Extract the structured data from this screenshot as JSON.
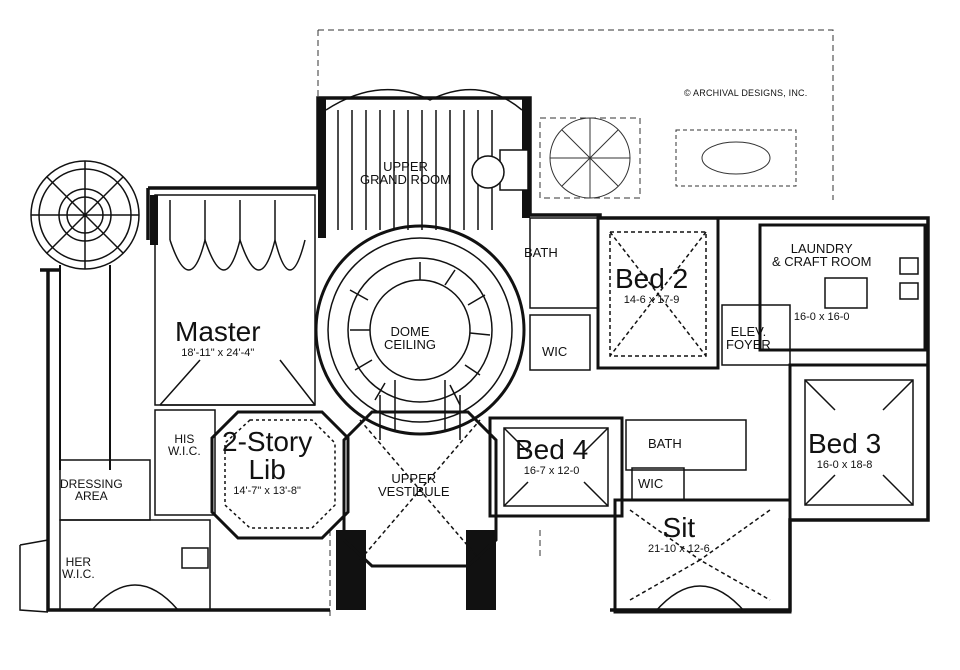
{
  "copyright": "© ARCHIVAL DESIGNS, INC.",
  "rooms": {
    "master": {
      "name": "Master",
      "dims": "18'-11\" x 24'-4\""
    },
    "bed2": {
      "name": "Bed 2",
      "dims": "14-6 x 17-9"
    },
    "bed3": {
      "name": "Bed 3",
      "dims": "16-0 x 18-8"
    },
    "bed4": {
      "name": "Bed 4",
      "dims": "16-7 x 12-0"
    },
    "sit": {
      "name": "Sit",
      "dims": "21-10 x 12-6"
    },
    "library": {
      "name_line1": "2-Story",
      "name_line2": "Lib",
      "dims": "14'-7\" x 13'-8\""
    },
    "laundry": {
      "name_line1": "LAUNDRY",
      "name_line2": "& CRAFT ROOM",
      "dims": "16-0 x 16-0"
    },
    "upper_grand_room": {
      "line1": "UPPER",
      "line2": "GRAND ROOM"
    },
    "dome_ceiling": {
      "line1": "DOME",
      "line2": "CEILING"
    },
    "upper_vestibule": {
      "line1": "UPPER",
      "line2": "VESTIBULE"
    },
    "elev_foyer": {
      "line1": "ELEV.",
      "line2": "FOYER"
    },
    "bath_top": {
      "name": "BATH"
    },
    "bath_mid": {
      "name": "BATH"
    },
    "wic_bed2": {
      "name": "WIC"
    },
    "wic_bed4": {
      "name": "WIC"
    },
    "his_wic": {
      "line1": "HIS",
      "line2": "W.I.C."
    },
    "her_wic": {
      "line1": "HER",
      "line2": "W.I.C."
    },
    "dressing": {
      "line1": "DRESSING",
      "line2": "AREA"
    }
  }
}
